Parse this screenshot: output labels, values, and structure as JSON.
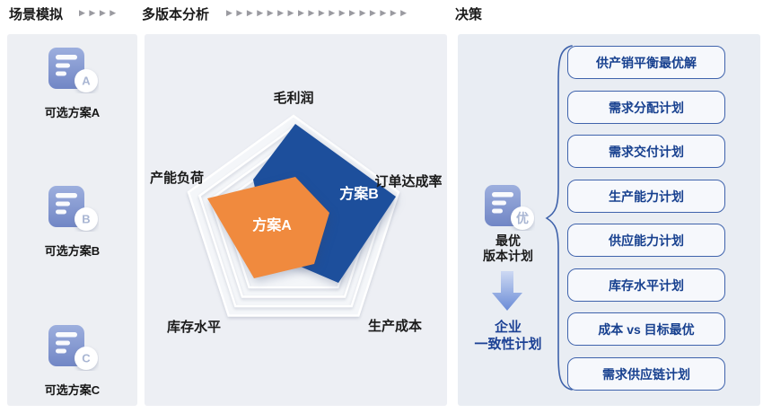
{
  "header": {
    "steps": [
      "场景模拟",
      "多版本分析",
      "决策"
    ],
    "arrows_short": "▶▶▶▶",
    "arrows_long": "▶▶▶▶▶▶▶▶▶▶▶▶▶▶▶▶▶▶"
  },
  "scenario_panel": {
    "items": [
      {
        "badge": "A",
        "label": "可选方案A"
      },
      {
        "badge": "B",
        "label": "可选方案B"
      },
      {
        "badge": "C",
        "label": "可选方案C"
      }
    ]
  },
  "chart_data": {
    "type": "radar",
    "axes": [
      "毛利润",
      "订单达成率",
      "生产成本",
      "库存水平",
      "产能负荷"
    ],
    "rings": 4,
    "axis_range": [
      0,
      1
    ],
    "series": [
      {
        "name": "方案B",
        "color": "#1d4f9c",
        "approx_values": [
          0.95,
          0.95,
          0.7,
          0.45,
          0.55
        ]
      },
      {
        "name": "方案A",
        "color": "#f08a3e",
        "approx_values": [
          0.5,
          0.35,
          0.45,
          0.75,
          0.85
        ]
      }
    ]
  },
  "decision_panel": {
    "badge": "优",
    "optimal_label_line1": "最优",
    "optimal_label_line2": "版本计划",
    "consistency_label_line1": "企业",
    "consistency_label_line2": "一致性计划",
    "plans": [
      "供产销平衡最优解",
      "需求分配计划",
      "需求交付计划",
      "生产能力计划",
      "供应能力计划",
      "库存水平计划",
      "成本 vs 目标最优",
      "需求供应链计划"
    ]
  }
}
